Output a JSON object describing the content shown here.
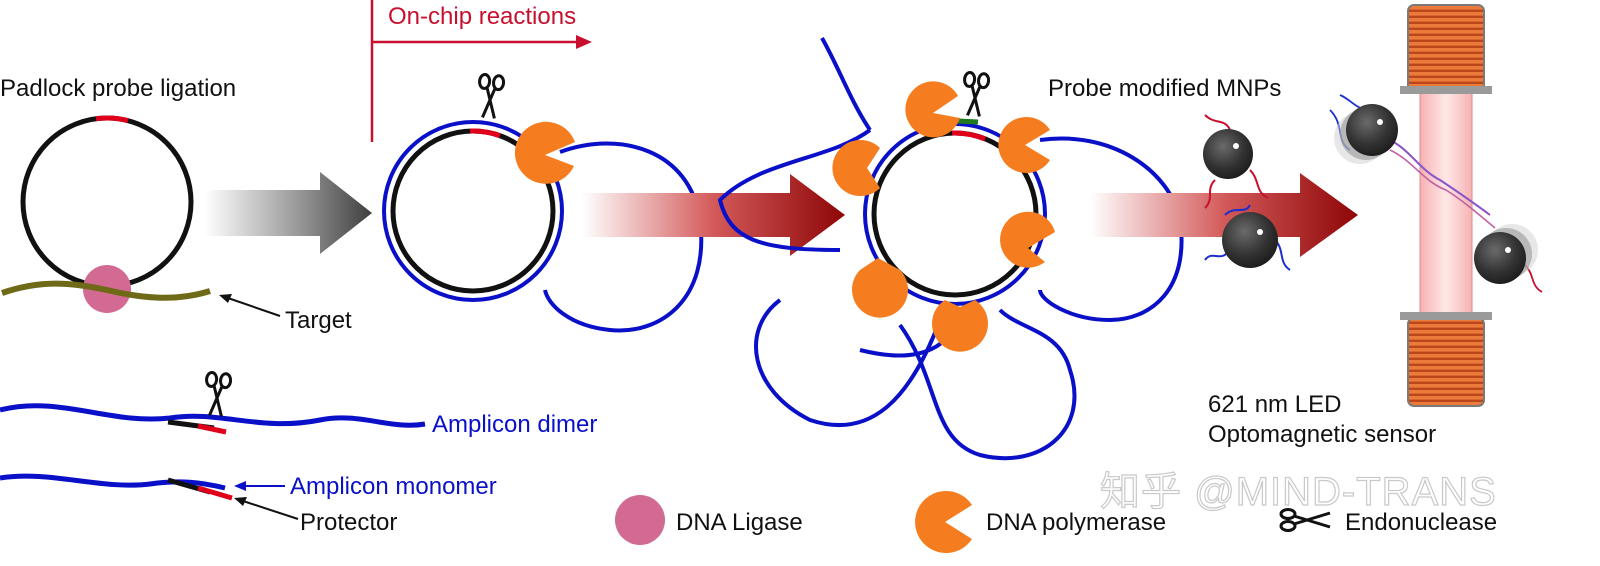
{
  "labels": {
    "padlock": "Padlock probe ligation",
    "on_chip": "On-chip reactions",
    "target": "Target",
    "probe_mnps": "Probe modified MNPs",
    "amplicon_dimer": "Amplicon dimer",
    "amplicon_monomer": "Amplicon monomer",
    "protector": "Protector",
    "led": "621 nm LED",
    "sensor": "Optomagnetic sensor"
  },
  "legend": {
    "ligase": "DNA Ligase",
    "polymerase": "DNA polymerase",
    "endonuclease": "Endonuclease"
  },
  "watermark": "知乎 @MIND-TRANS",
  "colors": {
    "dna_blue": "#0a10c8",
    "probe_black": "#111111",
    "probe_red": "#e0001b",
    "target_olive": "#6f6a18",
    "ligase_pink": "#d36a93",
    "polymerase_orange": "#f57d1f",
    "arrow_gray": "#4d4d4d",
    "arrow_red": "#9b0a0a",
    "coil_orange": "#e06a2c",
    "beam_pink": "#f4a6a6"
  },
  "icons": [
    "scissors-icon",
    "pacman-polymerase-icon",
    "ligase-circle-icon",
    "mnp-bead-icon"
  ]
}
